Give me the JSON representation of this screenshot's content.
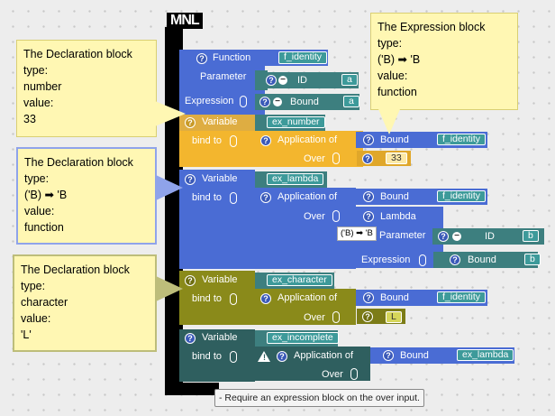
{
  "logo": "MNL",
  "callouts": [
    {
      "lines": [
        "The Declaration block",
        "type:",
        "number",
        "value:",
        "33"
      ]
    },
    {
      "lines": [
        "The Expression block",
        "type:",
        "('B) ➡ 'B",
        "value:",
        "function"
      ]
    },
    {
      "lines": [
        "The Declaration block",
        "type:",
        "('B) ➡ 'B",
        "value:",
        "function"
      ]
    },
    {
      "lines": [
        "The Declaration block",
        "type:",
        "character",
        "value:",
        "'L'"
      ]
    }
  ],
  "function_block": {
    "function_label": "Function",
    "function_name": "f_identity",
    "parameter_label": "Parameter",
    "param_id_label": "ID",
    "param_id_value": "a",
    "expression_label": "Expression",
    "bound_label": "Bound",
    "bound_value": "a"
  },
  "variables": [
    {
      "variable_label": "Variable",
      "name": "ex_number",
      "bind_label": "bind to",
      "application_label": "Application of",
      "bound_label": "Bound",
      "bound_value": "f_identity",
      "over_label": "Over",
      "over_value": "33"
    },
    {
      "variable_label": "Variable",
      "name": "ex_lambda",
      "bind_label": "bind to",
      "application_label": "Application of",
      "bound_label": "Bound",
      "bound_value": "f_identity",
      "over_label": "Over",
      "lambda_label": "Lambda",
      "type_tag": "('B) ➡ 'B",
      "parameter_label": "Parameter",
      "id_label": "ID",
      "id_value": "b",
      "expression_label": "Expression",
      "inner_bound_label": "Bound",
      "inner_bound_value": "b"
    },
    {
      "variable_label": "Variable",
      "name": "ex_character",
      "bind_label": "bind to",
      "application_label": "Application of",
      "bound_label": "Bound",
      "bound_value": "f_identity",
      "over_label": "Over",
      "over_value": "L"
    },
    {
      "variable_label": "Variable",
      "name": "ex_incomplete",
      "bind_label": "bind to",
      "application_label": "Application of",
      "bound_label": "Bound",
      "bound_value": "ex_lambda",
      "over_label": "Over"
    }
  ],
  "warning_tooltip": "- Require an expression block on the over input.",
  "colors": {
    "function_blue": "#4a6cd4",
    "variable_teal": "#3d7f7f",
    "highlight_gold": "#f3b62e",
    "character_olive": "#8a8a1a",
    "callout_yellow": "#fff7b3",
    "callout_blue_border": "#8fa3ea"
  }
}
